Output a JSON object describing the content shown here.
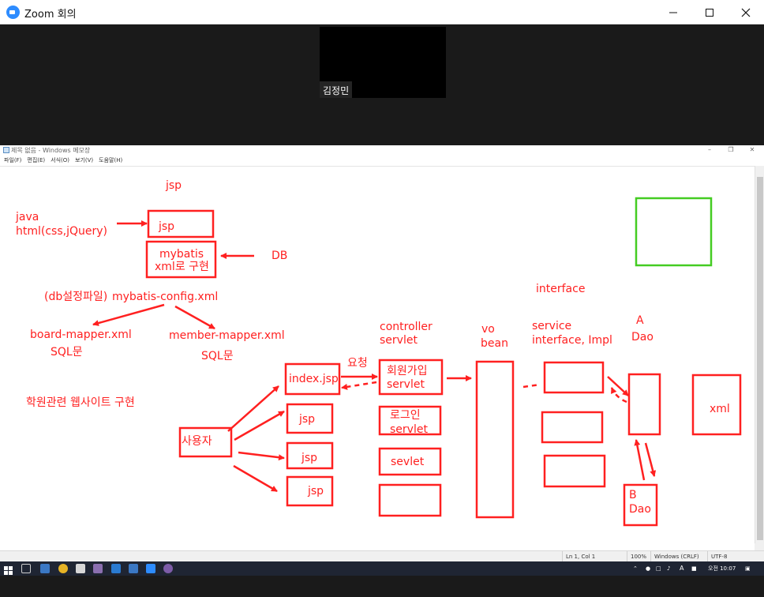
{
  "zoom": {
    "title": "Zoom 회의",
    "participant": "김정민"
  },
  "notepad": {
    "title": "제목 없음 - Windows 메모장",
    "menu": [
      "파일(F)",
      "편집(E)",
      "서식(O)",
      "보기(V)",
      "도움말(H)"
    ],
    "status": {
      "position": "Ln 1, Col 1",
      "zoom": "100%",
      "line_ending": "Windows (CRLF)",
      "encoding": "UTF-8"
    }
  },
  "drawing": {
    "accent_color": "#ff2020",
    "green_box_color": "#44cc22",
    "labels": {
      "jsp_top": "jsp",
      "java": "java",
      "html": "html(css,jQuery)",
      "jsp_box": "jsp",
      "mybatis": "mybatis",
      "xml_impl": "xml로 구현",
      "db": "DB",
      "db_config": "(db설정파일)",
      "mybatis_config": "mybatis-config.xml",
      "board_mapper": "board-mapper.xml",
      "sql1": "SQL문",
      "member_mapper": "member-mapper.xml",
      "sql2": "SQL문",
      "academy": "학원관련 웹사이트 구현",
      "user": "사용자",
      "index": "index.jsp",
      "jsp2": "jsp",
      "jsp3": "jsp",
      "jsp4": "jsp",
      "request": "요청",
      "controller": "controller",
      "servlet": "servlet",
      "signup": "회원가입",
      "signup_servlet": "servlet",
      "login": "로그인",
      "login_servlet": "servlet",
      "sevlet": "sevlet",
      "vo": "vo",
      "bean": "bean",
      "interface_top": "interface",
      "service": "service",
      "interface_impl": "interface, Impl",
      "a": "A",
      "a_dao": "Dao",
      "xml": "xml",
      "b": "B",
      "b_dao": "Dao"
    }
  },
  "taskbar": {
    "clock": "오전 10:07",
    "ime": "A"
  }
}
